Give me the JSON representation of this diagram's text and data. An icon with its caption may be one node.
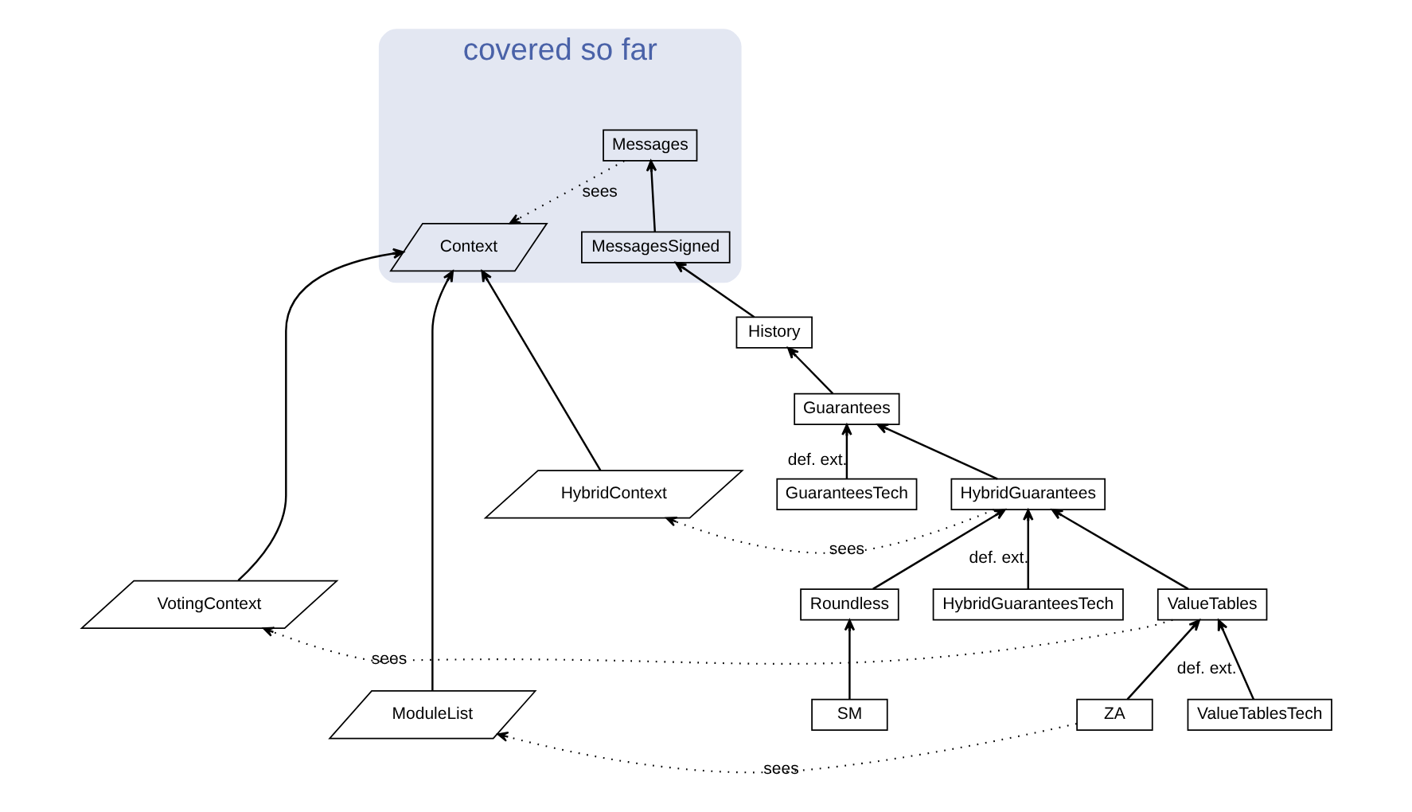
{
  "diagram": {
    "nodes": [
      {
        "text": [
          "covered so far"
        ]
      },
      {
        "text": [
          "Context"
        ],
        "in": 0
      },
      {
        "text": [
          "Messages"
        ],
        "in": 0
      },
      {
        "text": [
          "MessagesSigned"
        ],
        "in": 0
      },
      {
        "text": [
          "History"
        ]
      },
      {
        "text": [
          "Guarantees"
        ]
      },
      {
        "text": [
          "HybridContext"
        ]
      },
      {
        "text": [
          "HybridGuarantees"
        ]
      },
      {
        "text": [
          "GuaranteesTech"
        ]
      },
      {
        "text": [
          "VotingContext"
        ]
      },
      {
        "text": [
          "ValueTables"
        ]
      },
      {
        "text": [
          "Roundless"
        ]
      },
      {
        "text": [
          "HybridGuaranteesTech"
        ]
      },
      {
        "text": [
          "ModuleList"
        ]
      },
      {
        "text": [
          "ZA"
        ]
      },
      {
        "text": [
          "ValueTablesTech"
        ]
      },
      {
        "text": [
          "SM"
        ]
      }
    ],
    "edges": [
      {
        "from": 2,
        "to": 1,
        "arrow": "to",
        "label": "sees",
        "style": "dashed"
      },
      {
        "from": 3,
        "to": 2,
        "arrow": "to"
      },
      {
        "from": 4,
        "to": 3,
        "arrow": "to"
      },
      {
        "from": 5,
        "to": 4,
        "arrow": "to"
      },
      {
        "from": 7,
        "to": 5,
        "arrow": "to"
      },
      {
        "from": 8,
        "to": 5,
        "arrow": "to",
        "label": "def. ext."
      },
      {
        "from": 6,
        "to": 1,
        "arrow": "to"
      },
      {
        "from": 9,
        "to": 1,
        "arrow": "to"
      },
      {
        "from": 13,
        "to": 1,
        "arrow": "to"
      },
      {
        "from": 7,
        "to": 6,
        "arrow": "to",
        "label": "sees",
        "style": "dashed"
      },
      {
        "from": 10,
        "to": 9,
        "arrow": "to",
        "label": "sees",
        "style": "dashed"
      },
      {
        "from": 14,
        "to": 13,
        "arrow": "to",
        "label": "sees",
        "style": "dashed"
      },
      {
        "from": 10,
        "to": 7,
        "arrow": "to"
      },
      {
        "from": 11,
        "to": 7,
        "arrow": "to"
      },
      {
        "from": 12,
        "to": 7,
        "arrow": "to",
        "label": "def. ext."
      },
      {
        "from": 14,
        "to": 10,
        "arrow": "to"
      },
      {
        "from": 15,
        "to": 10,
        "arrow": "to",
        "label": "def. ext."
      },
      {
        "from": 16,
        "to": 11,
        "arrow": "to"
      }
    ]
  }
}
